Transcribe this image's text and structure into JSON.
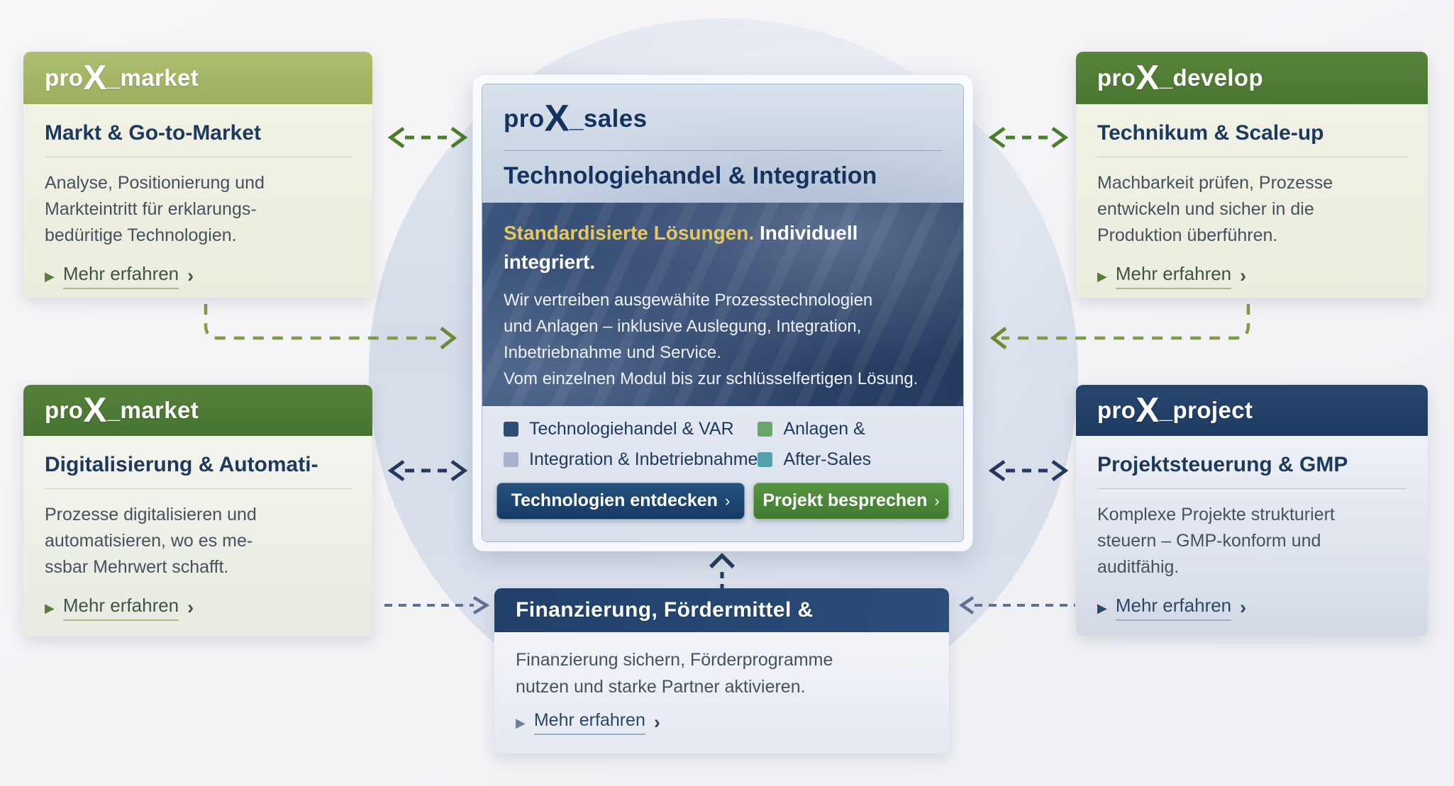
{
  "page": {
    "background": "#f4f3f6",
    "circle_color": "#d8dfea"
  },
  "icons": {
    "triangle": "▶",
    "chevron": "›"
  },
  "connector_colors": {
    "green_arrow": "#4d7d2c",
    "olive_elbow": "#7f9b43",
    "navy_arrow": "#24395c",
    "slate_dash": "#5e7296"
  },
  "cards": {
    "market_top": {
      "brand": {
        "pre": "pro",
        "x": "X",
        "rest": "_market"
      },
      "header_color": "#a4b566",
      "title": "Markt & Go-to-Market",
      "lines": [
        "Analyse, Positionierung und",
        "Markteintritt für erklarungs-",
        "bedüritige Technologien."
      ],
      "link": "Mehr erfahren"
    },
    "develop": {
      "brand": {
        "pre": "pro",
        "x": "X",
        "rest": "_develop"
      },
      "header_color": "#507d35",
      "title": "Technikum & Scale-up",
      "lines": [
        "Machbarkeit prüfen, Prozesse",
        "entwickeln und sicher in die",
        "Produktion überführen."
      ],
      "link": "Mehr erfahren"
    },
    "market_bottom": {
      "brand": {
        "pre": "pro",
        "x": "X",
        "rest": "_market"
      },
      "header_color": "#4f7d3b",
      "title": "Digitalisierung & Automati-",
      "lines": [
        "Prozesse digitalisieren und",
        "automatisieren, wo es me-",
        "ssbar Mehrwert schafft."
      ],
      "link": "Mehr erfahren"
    },
    "project": {
      "brand": {
        "pre": "pro",
        "x": "X",
        "rest": "_project"
      },
      "header_color": "#21416b",
      "title": "Projektsteuerung & GMP",
      "lines": [
        "Komplexe Projekte strukturiert",
        "steuern – GMP-konform und",
        "auditfähig."
      ],
      "link": "Mehr erfahren"
    },
    "finance": {
      "header_color": "#21416b",
      "title": "Finanzierung, Fördermittel &",
      "lines": [
        "Finanzierung sichern, Förderprogramme",
        "nutzen und starke Partner aktivieren."
      ],
      "link": "Mehr erfahren"
    }
  },
  "center": {
    "brand": {
      "pre": "pro",
      "x": "X",
      "rest": "_sales"
    },
    "section_title": "Technologiehandel & Integration",
    "lead_highlight": "Standardisierte Lösungen.",
    "lead_rest": " Individuell integriert.",
    "lead_colors": {
      "highlight": "#e8c75e",
      "rest": "#ffffff"
    },
    "panel_lines": [
      "Wir vertreiben ausgewähite Prozesstechnologien",
      "und Anlagen – inklusive Auslegung, Integration,",
      "Inbetriebnahme und Service.",
      "Vom einzelnen Modul bis zur schlüsselfertigen Lösung."
    ],
    "legend": [
      {
        "label": "Technologiehandel & VAR",
        "color": "#2e4d77"
      },
      {
        "label": "Anlagen &",
        "color": "#69a56b"
      },
      {
        "label": "Integration & Inbetriebnahme",
        "color": "#a8b3ce"
      },
      {
        "label": "After-Sales",
        "color": "#55a1a9"
      }
    ],
    "buttons": [
      {
        "label": "Technologien entdecken",
        "chevron": "›",
        "color": "#1c4170"
      },
      {
        "label": "Projekt besprechen",
        "chevron": "›",
        "color": "#4c8a3c"
      }
    ]
  }
}
